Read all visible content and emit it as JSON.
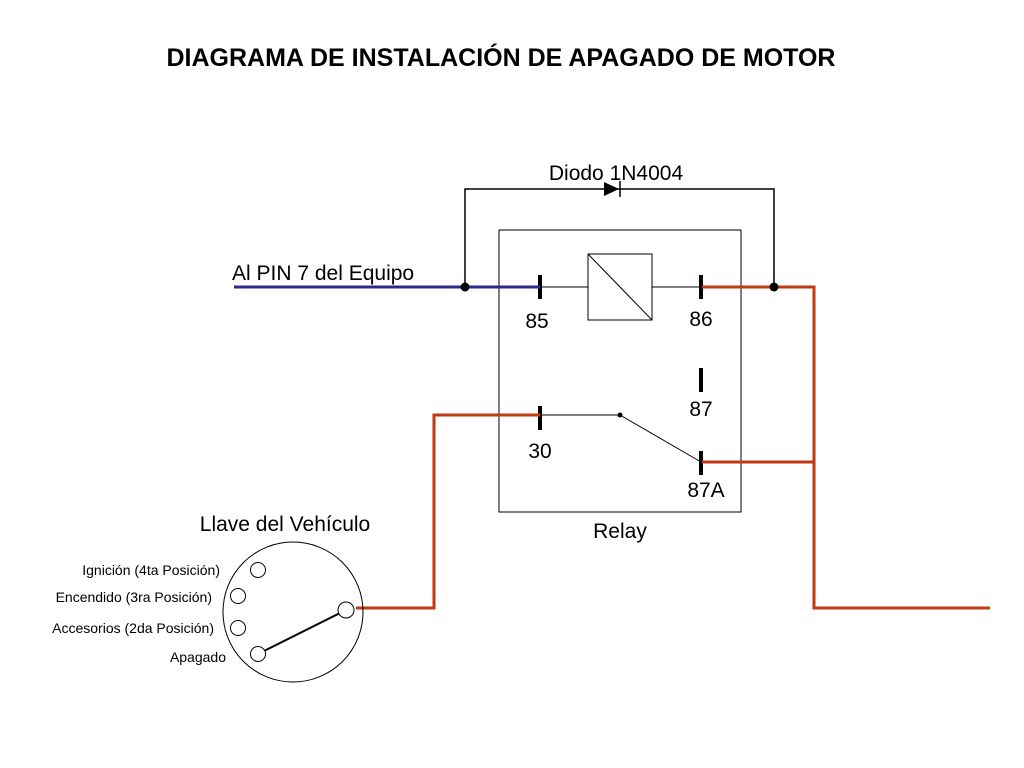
{
  "title": "DIAGRAMA DE INSTALACIÓN DE APAGADO DE MOTOR",
  "diode_label": "Diodo 1N4004",
  "pin_label": "Al PIN 7 del Equipo",
  "relay": {
    "label": "Relay",
    "terminals": {
      "t85": "85",
      "t86": "86",
      "t87": "87",
      "t30": "30",
      "t87a": "87A"
    }
  },
  "key": {
    "label": "Llave del Vehículo",
    "positions": [
      "Ignición (4ta Posición)",
      "Encendido (3ra Posición)",
      "Accesorios (2da Posición)",
      "Apagado"
    ]
  },
  "colors": {
    "red_wire": "#c23a12",
    "blue_wire": "#2e2a8c",
    "line": "#000000"
  }
}
